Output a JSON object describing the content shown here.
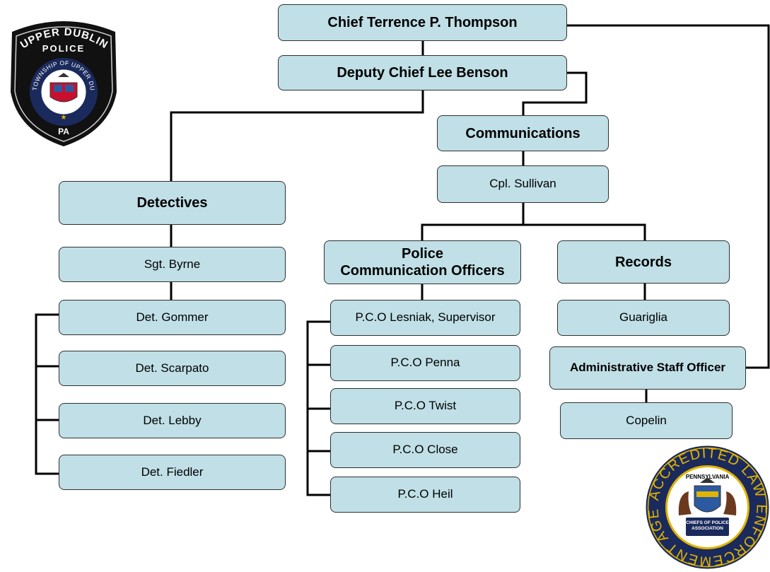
{
  "nodes": {
    "chief": "Chief Terrence P. Thompson",
    "deputy": "Deputy Chief Lee Benson",
    "communications": "Communications",
    "cpl": "Cpl. Sullivan",
    "detectives": "Detectives",
    "sgt": "Sgt. Byrne",
    "det_gommer": "Det. Gommer",
    "det_scarpato": "Det. Scarpato",
    "det_lebby": "Det. Lebby",
    "det_fiedler": "Det. Fiedler",
    "pco_header": "Police\nCommunication Officers",
    "pco_lesniak": "P.C.O Lesniak, Supervisor",
    "pco_penna": "P.C.O Penna",
    "pco_twist": "P.C.O Twist",
    "pco_close": "P.C.O Close",
    "pco_heil": "P.C.O Heil",
    "records": "Records",
    "guariglia": "Guariglia",
    "admin": "Administrative Staff Officer",
    "copelin": "Copelin"
  },
  "upper_dublin_badge": {
    "top_text": "UPPER DUBLIN",
    "sub_text": "POLICE",
    "ring_text": "THE TOWNSHIP OF UPPER DUBLIN",
    "bottom_text": "PA"
  },
  "accreditation_seal": {
    "ring_text": "ACCREDITED LAW ENFORCEMENT AGENCY",
    "top_text": "PENNSYLVANIA",
    "bottom_text": "CHIEFS OF POLICE ASSOCIATION"
  },
  "colors": {
    "box_fill": "#c0dfe6",
    "line": "#000000",
    "badge_navy": "#1b2a5c",
    "seal_gold": "#e0b400"
  }
}
